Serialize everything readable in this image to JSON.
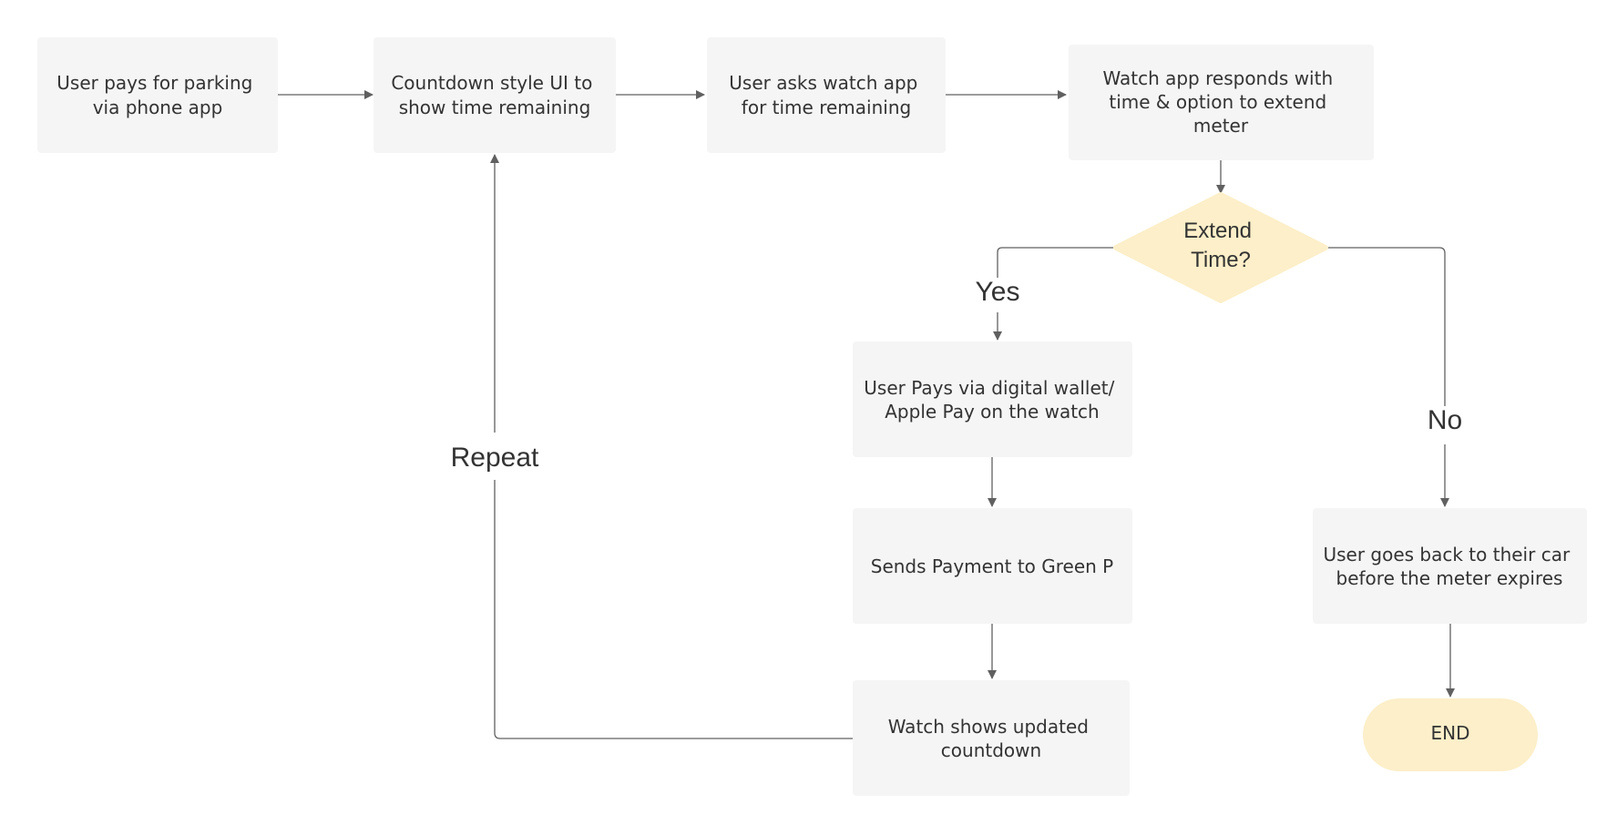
{
  "nodes": {
    "pay_parking": {
      "lines": [
        "User pays for parking",
        "via phone app"
      ]
    },
    "countdown_ui": {
      "lines": [
        "Countdown style UI to",
        "show time remaining"
      ]
    },
    "ask_watch": {
      "lines": [
        "User asks watch app",
        "for time remaining"
      ]
    },
    "watch_responds": {
      "lines": [
        "Watch app responds with",
        "time & option to extend",
        "meter"
      ]
    },
    "extend_time": {
      "lines": [
        "Extend",
        "Time?"
      ]
    },
    "pays_wallet": {
      "lines": [
        "User Pays via digital wallet/",
        "Apple Pay on the watch"
      ]
    },
    "sends_payment": {
      "lines": [
        "Sends Payment to Green P"
      ]
    },
    "watch_updated": {
      "lines": [
        "Watch shows updated",
        "countdown"
      ]
    },
    "back_to_car": {
      "lines": [
        "User goes back to their car",
        "before the meter expires"
      ]
    },
    "end": {
      "lines": [
        "END"
      ]
    }
  },
  "edge_labels": {
    "yes": "Yes",
    "no": "No",
    "repeat": "Repeat"
  },
  "colors": {
    "process_fill": "#f5f5f5",
    "decision_fill": "#fcefc9",
    "terminal_fill": "#fcefc9",
    "connector": "#606060",
    "text": "#333333"
  }
}
